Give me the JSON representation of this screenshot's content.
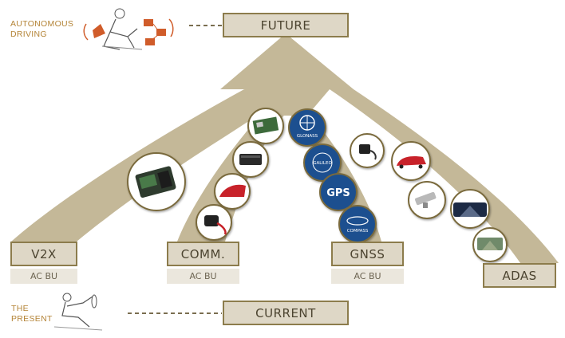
{
  "top": {
    "future_label": "FUTURE",
    "side_label": "AUTONOMOUS\nDRIVING",
    "illustration_icon": "person-in-autonomous-car-icon"
  },
  "bottom": {
    "current_label": "CURRENT",
    "side_label": "THE\nPRESENT",
    "illustration_icon": "person-driving-icon"
  },
  "categories": [
    {
      "label": "V2X",
      "sub": "AC BU"
    },
    {
      "label": "COMM.",
      "sub": "AC BU"
    },
    {
      "label": "GNSS",
      "sub": "AC BU"
    },
    {
      "label": "ADAS",
      "sub": ""
    }
  ],
  "gnss_badges": [
    "GLONASS",
    "GALILEO",
    "GPS",
    "COMPASS"
  ],
  "colors": {
    "arrow": "#c4b898",
    "box_fill": "#ded7c6",
    "box_border": "#8c7c4c",
    "accent_text": "#b48437",
    "badge_blue": "#1d4f8f"
  }
}
